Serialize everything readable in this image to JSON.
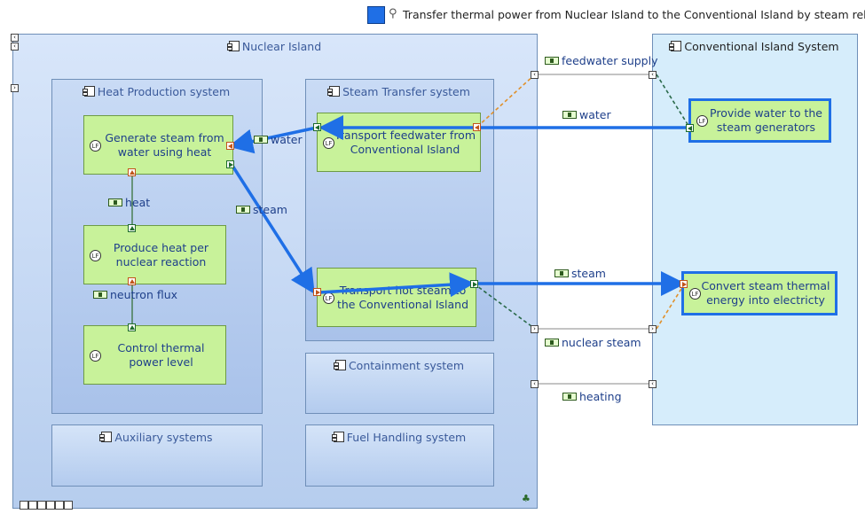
{
  "legend": {
    "text": "Transfer thermal power from Nuclear Island to the Conventional Island by steam release",
    "color": "#1f6fe6"
  },
  "nodes": {
    "nuclear_island": "Nuclear Island",
    "heat_production": "Heat Production system",
    "steam_transfer": "Steam Transfer system",
    "containment": "Containment system",
    "auxiliary": "Auxiliary systems",
    "fuel_handling": "Fuel Handling system",
    "conventional_island": "Conventional Island System"
  },
  "functions": {
    "generate_steam": "Generate steam from water using heat",
    "produce_heat": "Produce heat per nuclear reaction",
    "control_power": "Control thermal power level",
    "transport_feedwater": "Transport feedwater from Conventional Island",
    "transport_steam": "Transport hot steam to the Conventional Island",
    "provide_water": "Provide water to the steam generators",
    "convert_steam": "Convert steam thermal energy into electricty"
  },
  "function_icon": "LF",
  "flows": {
    "water_internal": "water",
    "heat": "heat",
    "steam_internal": "steam",
    "neutron_flux": "neutron flux",
    "feedwater_supply": "feedwater supply",
    "water_external": "water",
    "steam_external": "steam",
    "nuclear_steam": "nuclear steam",
    "heating": "heating"
  },
  "colors": {
    "functional_chain": "#1f6fe6",
    "function_fill": "#c8f29a",
    "physical_node": "#b7cdf0"
  }
}
